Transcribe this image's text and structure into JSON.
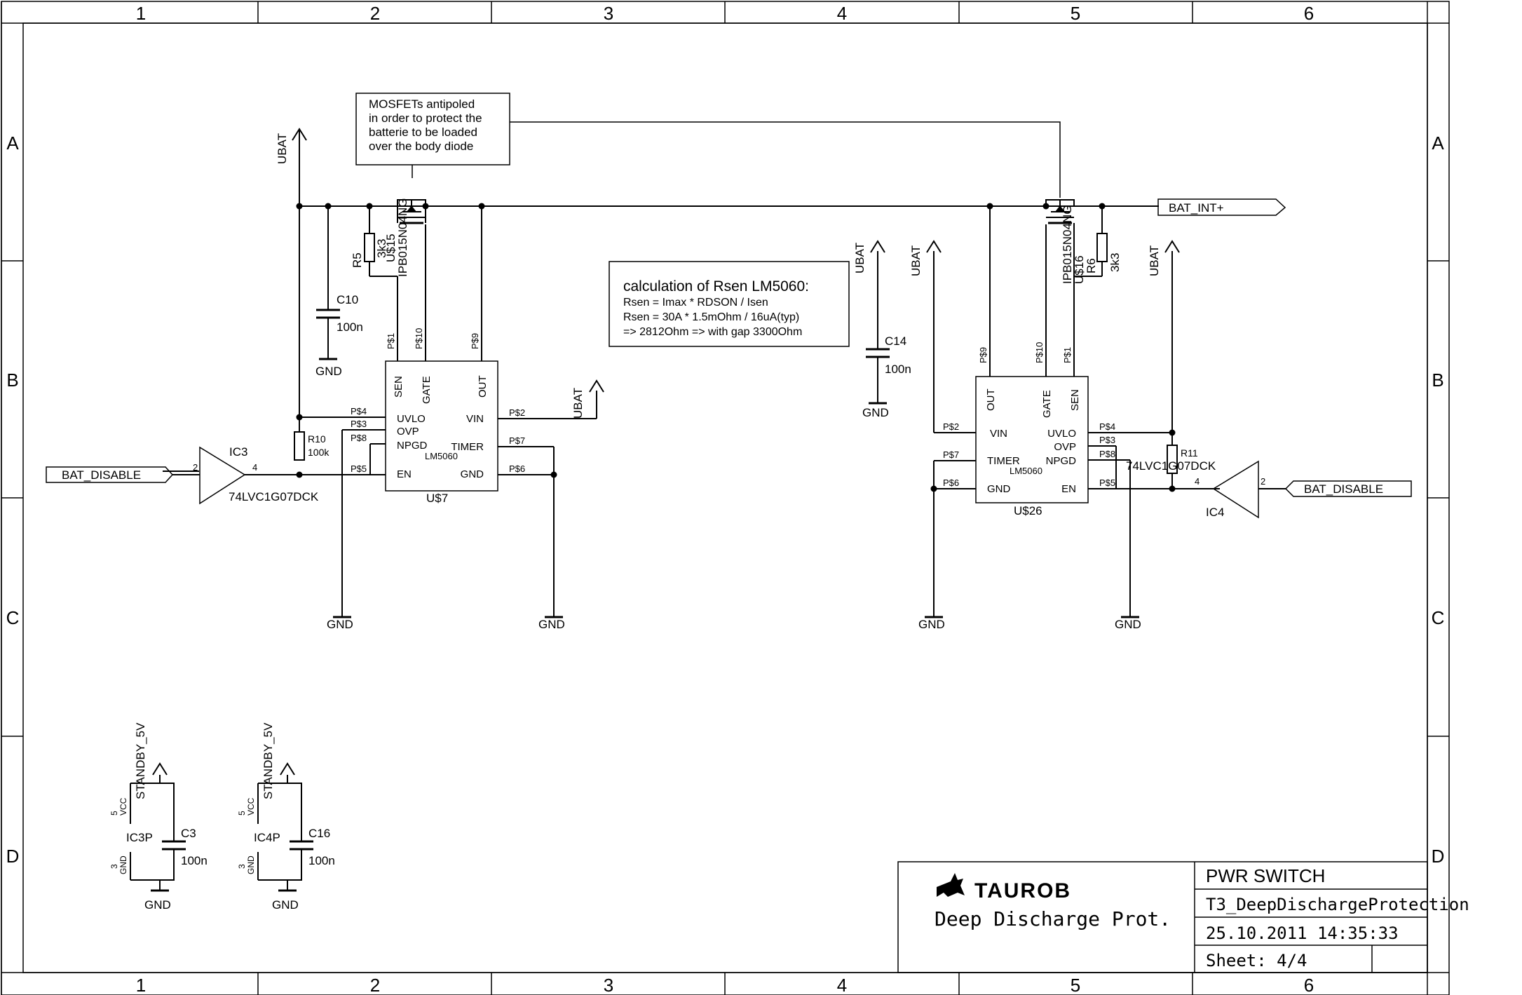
{
  "frame": {
    "columns": [
      "1",
      "2",
      "3",
      "4",
      "5",
      "6"
    ],
    "rows": [
      "A",
      "B",
      "C",
      "D"
    ]
  },
  "notes": {
    "mosfet": [
      "MOSFETs antipoled",
      "in order to protect the",
      "batterie to be loaded",
      "over the body diode"
    ],
    "calc_title": "calculation of Rsen LM5060:",
    "calc": [
      "Rsen = Imax * RDSON / Isen",
      "Rsen = 30A * 1.5mOhm / 16uA(typ)",
      "=> 2812Ohm => with gap 3300Ohm"
    ]
  },
  "nets": {
    "ubat": "UBAT",
    "gnd": "GND",
    "bat_int": "BAT_INT+",
    "bat_disable": "BAT_DISABLE",
    "standby": "STANDBY_5V"
  },
  "lm5060": {
    "pins_top": [
      "SEN",
      "GATE",
      "OUT"
    ],
    "pins_left": [
      "UVLO",
      "OVP",
      "NPGD",
      "EN"
    ],
    "pins_right": [
      "VIN",
      "TIMER",
      "GND"
    ],
    "value": "LM5060",
    "pnum_top": [
      "P$1",
      "P$10",
      "P$9"
    ],
    "pnum_left": [
      "P$4",
      "P$3",
      "P$8",
      "P$5"
    ],
    "pnum_right": [
      "P$2",
      "P$7",
      "P$6"
    ]
  },
  "parts": {
    "u7": "U$7",
    "u26": "U$26",
    "u15": "U$15",
    "u16": "U$16",
    "mosfet_value": "IPB015N04NG",
    "ic3": "IC3",
    "ic4": "IC4",
    "buffer_value": "74LVC1G07DCK",
    "r5": "R5",
    "r6": "R6",
    "r_3k3": "3k3",
    "r10": "R10",
    "r10_val": "100k",
    "r11": "R11",
    "c10": "C10",
    "c14": "C14",
    "c3": "C3",
    "c16": "C16",
    "c_100n": "100n",
    "ic3p": "IC3P",
    "ic4p": "IC4P",
    "vcc": "VCC",
    "gnd_pin": "GND",
    "pin_2": "2",
    "pin_4": "4",
    "pin_5": "5",
    "pin_3": "3"
  },
  "title_block": {
    "logo": "TAUROB",
    "subtitle": "Deep Discharge Prot.",
    "name": "PWR SWITCH",
    "file": "T3_DeepDischargeProtection",
    "date": "25.10.2011 14:35:33",
    "sheet": "Sheet: 4/4"
  }
}
